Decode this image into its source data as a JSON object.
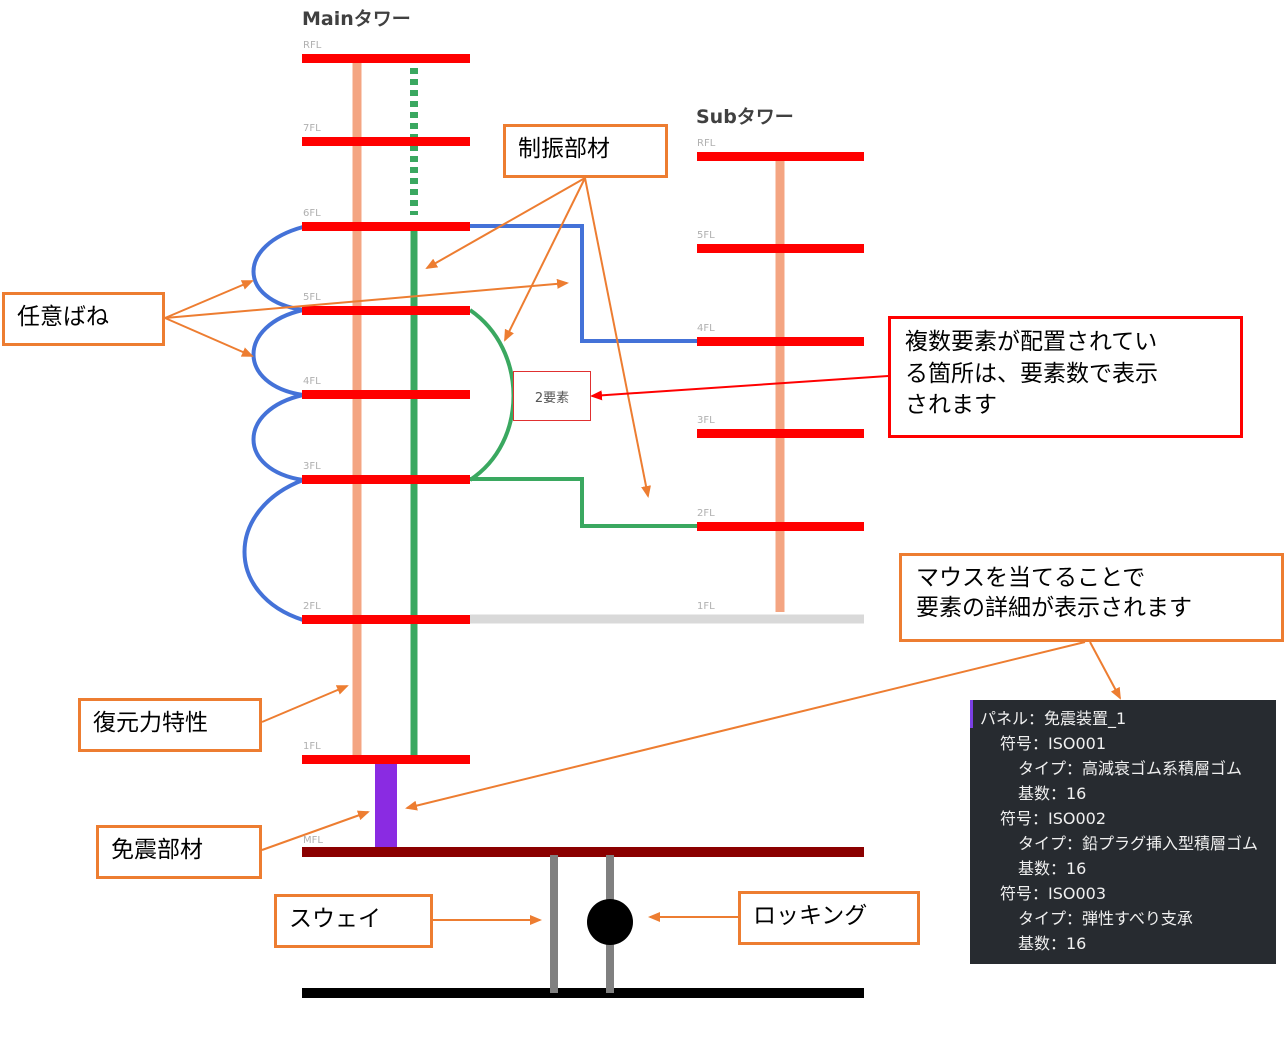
{
  "main_tower": {
    "title": "Mainタワー",
    "floors": [
      "RFL",
      "7FL",
      "6FL",
      "5FL",
      "4FL",
      "3FL",
      "2FL",
      "1FL",
      "MFL"
    ]
  },
  "sub_tower": {
    "title": "Subタワー",
    "floors": [
      "RFL",
      "5FL",
      "4FL",
      "3FL",
      "2FL",
      "1FL"
    ]
  },
  "badge": {
    "label": "2要素"
  },
  "callouts": {
    "damper": "制振部材",
    "spring": "任意ばね",
    "restoring": "復元力特性",
    "isolator": "免震部材",
    "sway": "スウェイ",
    "rocking": "ロッキング",
    "multi": [
      "複数要素が配置されてい",
      "る箇所は、要素数で表示",
      "されます"
    ],
    "hover": [
      "マウスを当てることで",
      "要素の詳細が表示されます"
    ]
  },
  "tooltip": {
    "panel": "パネル：免震装置_1",
    "groups": [
      {
        "code": "符号：ISO001",
        "type": "タイプ：高減衰ゴム系積層ゴム",
        "count": "基数：16"
      },
      {
        "code": "符号：ISO002",
        "type": "タイプ：鉛プラグ挿入型積層ゴム",
        "count": "基数：16"
      },
      {
        "code": "符号：ISO003",
        "type": "タイプ：弾性すべり支承",
        "count": "基数：16"
      }
    ]
  },
  "colors": {
    "floor": "#ff0000",
    "column": "#f4a582",
    "damper": "#3aa860",
    "spring": "#4472d8",
    "isolator": "#8a2be2",
    "foundation": "#8b0000",
    "base": "#000000",
    "sway": "#808080",
    "ground_link": "#d9d9d9",
    "callout_border": "#ed7d31",
    "arrow": "#ed7d31",
    "highlight": "#ff0000"
  }
}
